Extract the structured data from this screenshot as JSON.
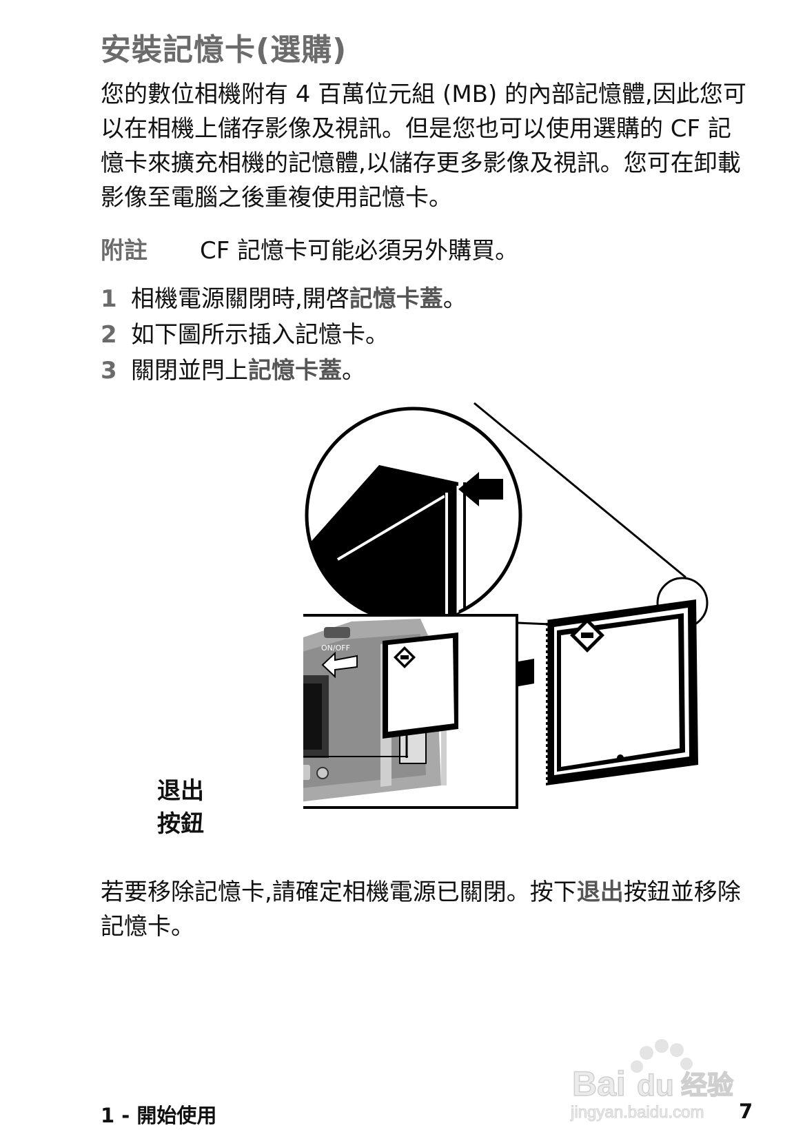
{
  "title": "安裝記憶卡(選購)",
  "intro": "您的數位相機附有 4 百萬位元組 (MB) 的內部記憶體,因此您可以在相機上儲存影像及視訊。但是您也可以使用選購的 CF 記憶卡來擴充相機的記憶體,以儲存更多影像及視訊。您可在卸載影像至電腦之後重複使用記憶卡。",
  "note": {
    "label": "附註",
    "text": "CF 記憶卡可能必須另外購買。"
  },
  "steps": [
    {
      "num": "1",
      "before": "相機電源關閉時,開啓",
      "keyword": "記憶卡蓋",
      "after": "。"
    },
    {
      "num": "2",
      "before": "如下圖所示插入記憶卡。",
      "keyword": "",
      "after": ""
    },
    {
      "num": "3",
      "before": "關閉並閂上",
      "keyword": "記憶卡蓋",
      "after": "。"
    }
  ],
  "figure": {
    "callout_line1": "退出",
    "callout_line2": "按鈕",
    "camera_switch_label": "ON/OFF"
  },
  "removal": {
    "before": "若要移除記憶卡,請確定相機電源已關閉。按下",
    "keyword": "退出",
    "after": "按鈕並移除記憶卡。"
  },
  "footer": {
    "section": "1 - 開始使用",
    "page": "7"
  },
  "watermark": {
    "brand": "Bai",
    "brand2": "du",
    "cn": "经验",
    "url": "jingyan.baidu.com"
  },
  "colors": {
    "heading": "#6b6b6b",
    "keyword": "#555555",
    "text": "#111111"
  }
}
